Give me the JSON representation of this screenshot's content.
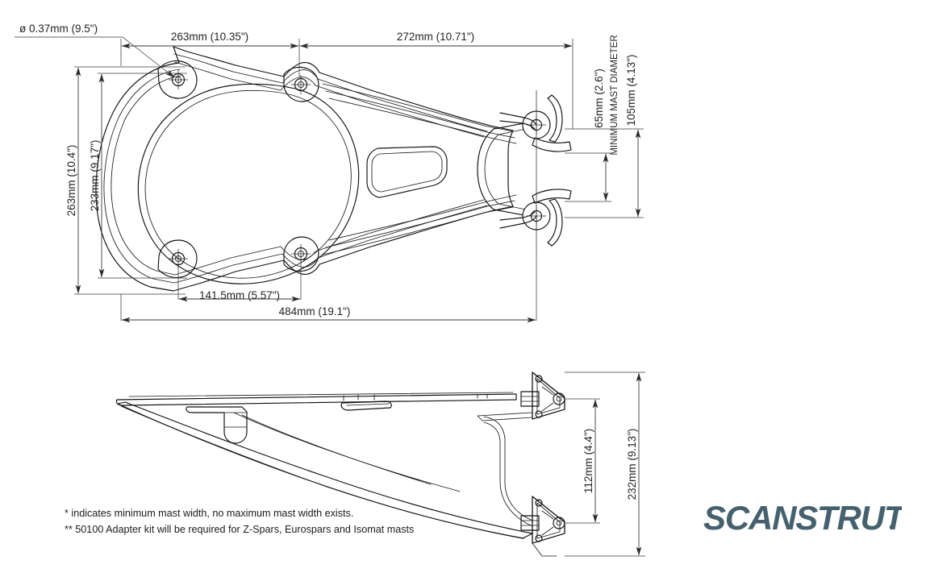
{
  "document": {
    "title": "Scanstrut mast mount technical drawing",
    "drawing_type": "dimensioned engineering drawing",
    "views": [
      "plan-view",
      "side-view"
    ]
  },
  "plan_view": {
    "name": "plan-view",
    "dimensions": {
      "hole_diameter": "ø 0.37mm (9.5\")",
      "top_left_span": "263mm (10.35\")",
      "top_right_span": "272mm (10.71\")",
      "left_outer_height": "263mm (10.4\")",
      "left_inner_height": "233mm (9.17\")",
      "bottom_inner_span": "141.5mm (5.57\")",
      "bottom_overall_span": "484mm (19.1\")",
      "mast_min_diameter": "65mm (2.6\")",
      "mast_min_label": "MINIMUM MAST DIAMETER",
      "mast_outer": "105mm (4.13\")"
    }
  },
  "side_view": {
    "name": "side-view",
    "dimensions": {
      "bracket_spacing": "112mm (4.4\")",
      "overall_height": "232mm (9.13\")"
    }
  },
  "notes": {
    "note_1": "* indicates minimum mast width, no maximum mast width exists.",
    "note_2": "** 50100 Adapter kit will be required for Z-Spars, Eurospars and Isomat masts"
  },
  "branding": {
    "name": "SCANSTRUT",
    "trademark_dot": "·",
    "color": "#46616e"
  },
  "colors": {
    "line": "#111111",
    "dimension": "#3a3a3a",
    "text": "#242424",
    "background": "#ffffff",
    "brand": "#46616e"
  }
}
